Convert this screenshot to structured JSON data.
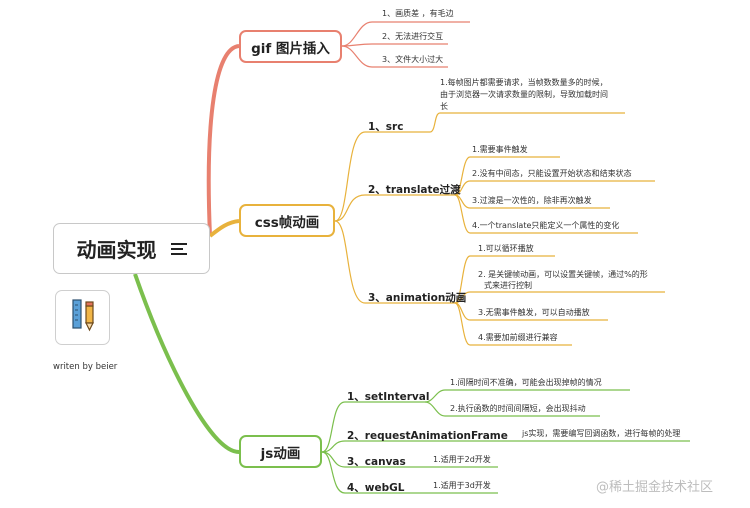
{
  "root": {
    "title": "动画实现"
  },
  "author": "writen by beier",
  "watermark": "@稀土掘金技术社区",
  "colors": {
    "gif": "#e8806f",
    "css": "#e8b23c",
    "js": "#7bbf4d"
  },
  "gif": {
    "title": "gif 图片插入",
    "items": [
      "1、画质差 ，有毛边",
      "2、无法进行交互",
      "3、文件大小过大"
    ]
  },
  "css": {
    "title": "css帧动画",
    "src": {
      "title": "1、src",
      "lines": [
        "1.每帧图片都需要请求，当帧数数量多的时候，",
        "由于浏览器一次请求数量的限制，导致加载时间",
        "长"
      ]
    },
    "translate": {
      "title": "2、translate过渡",
      "items": [
        "1.需要事件触发",
        "2.没有中间态，只能设置开始状态和结束状态",
        "3.过渡是一次性的，除非再次触发",
        "4.一个translate只能定义一个属性的变化"
      ]
    },
    "animation": {
      "title": "3、animation动画",
      "items": [
        {
          "lines": [
            "1.可以循环播放"
          ]
        },
        {
          "lines": [
            "2. 是关键帧动画，可以设置关键帧，通过%的形",
            "式来进行控制"
          ]
        },
        {
          "lines": [
            "3.无需事件触发，可以自动播放"
          ]
        },
        {
          "lines": [
            "4.需要加前缀进行兼容"
          ]
        }
      ]
    }
  },
  "js": {
    "title": "js动画",
    "setInterval": {
      "title": "1、setInterval",
      "items": [
        "1.间隔时间不准确，可能会出现掉帧的情况",
        "2.执行函数的时间间隔短，会出现抖动"
      ]
    },
    "raf": {
      "title": "2、requestAnimationFrame",
      "note": "js实现，需要编写回调函数，进行每帧的处理"
    },
    "canvas": {
      "title": "3、canvas",
      "note": "1.适用于2d开发"
    },
    "webgl": {
      "title": "4、webGL",
      "note": "1.适用于3d开发"
    }
  }
}
